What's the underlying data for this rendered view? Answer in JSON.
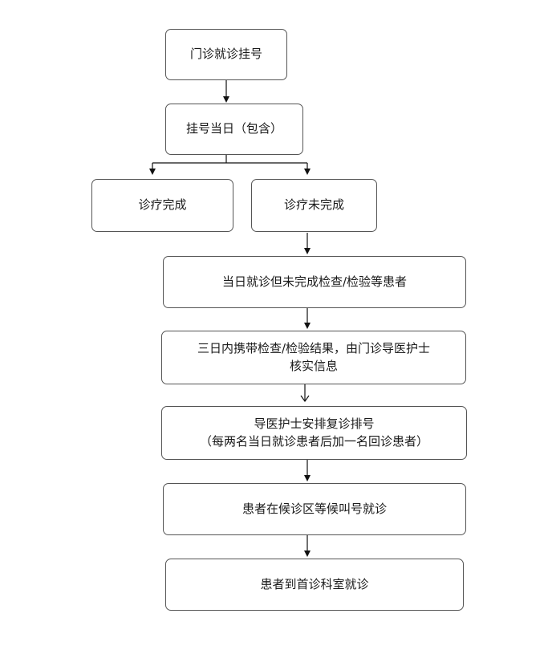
{
  "flow": {
    "step1": "门诊就诊挂号",
    "step2": "挂号当日（包含）",
    "branch_done": "诊疗完成",
    "branch_undone": "诊疗未完成",
    "step3": "当日就诊但未完成检查/检验等患者",
    "step4_line1": "三日内携带检查/检验结果，由门诊导医护士",
    "step4_line2": "核实信息",
    "step5_line1": "导医护士安排复诊排号",
    "step5_line2": "（每两名当日就诊患者后加一名回诊患者）",
    "step6": "患者在候诊区等候叫号就诊",
    "step7": "患者到首诊科室就诊"
  }
}
